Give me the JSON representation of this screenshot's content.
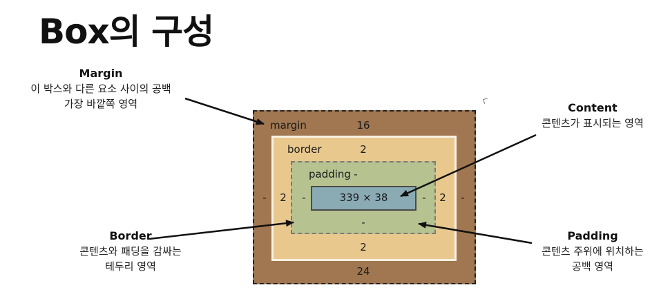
{
  "title": "Box의 구성",
  "callouts": {
    "margin": {
      "heading": "Margin",
      "line1": "이 박스와 다른 요소 사이의 공백",
      "line2": "가장 바깥쪽 영역"
    },
    "content": {
      "heading": "Content",
      "line1": "콘텐츠가 표시되는 영역"
    },
    "border": {
      "heading": "Border",
      "line1": "콘텐츠와 패딩을 감싸는",
      "line2": "테두리 영역"
    },
    "padding": {
      "heading": "Padding",
      "line1": "콘텐츠 주위에 위치하는",
      "line2": "공백 영역"
    }
  },
  "box_model": {
    "margin": {
      "label": "margin",
      "top": "16",
      "bottom": "24",
      "left": "-",
      "right": "-"
    },
    "border": {
      "label": "border",
      "top": "2",
      "bottom": "2",
      "left": "2",
      "right": "2"
    },
    "padding": {
      "label": "padding",
      "top": "-",
      "bottom": "-",
      "left": "-",
      "right": "-"
    },
    "content": {
      "size": "339 × 38"
    }
  },
  "colors": {
    "margin": "#a07750",
    "border": "#e9c88e",
    "padding": "#b7c291",
    "content": "#8aaab4",
    "arrow": "#111111"
  }
}
